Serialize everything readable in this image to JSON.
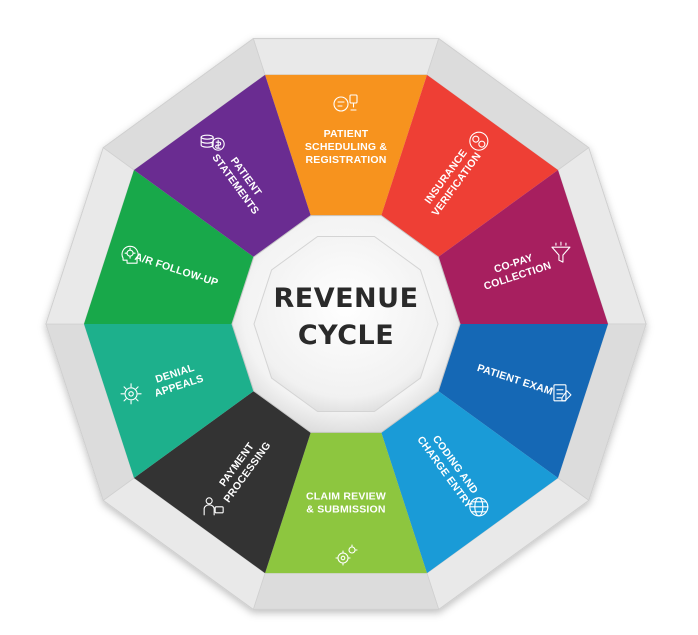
{
  "center": {
    "line1": "REVENUE",
    "line2": "CYCLE"
  },
  "segments": [
    {
      "id": "patient-scheduling",
      "lines": [
        "PATIENT",
        "SCHEDULING &",
        "REGISTRATION"
      ],
      "color": "#F7931E",
      "icon": "scheduling-icon"
    },
    {
      "id": "insurance-verification",
      "lines": [
        "INSURANCE",
        "VERIFICATION"
      ],
      "color": "#EE3F35",
      "icon": "insurance-icon"
    },
    {
      "id": "copay-collection",
      "lines": [
        "CO-PAY",
        "COLLECTION"
      ],
      "color": "#A71F5F",
      "icon": "funnel-icon"
    },
    {
      "id": "patient-exam",
      "lines": [
        "PATIENT EXAM"
      ],
      "color": "#1568B5",
      "icon": "exam-icon"
    },
    {
      "id": "coding-charge-entry",
      "lines": [
        "CODING AND",
        "CHARGE ENTRY"
      ],
      "color": "#1A9BD7",
      "icon": "globe-icon"
    },
    {
      "id": "claim-review",
      "lines": [
        "CLAIM REVIEW",
        "& SUBMISSION"
      ],
      "color": "#8DC63F",
      "icon": "gears-icon"
    },
    {
      "id": "payment-processing",
      "lines": [
        "PAYMENT",
        "PROCESSING"
      ],
      "color": "#333333",
      "icon": "payment-icon"
    },
    {
      "id": "denial-appeals",
      "lines": [
        "DENIAL",
        "APPEALS"
      ],
      "color": "#1DB08C",
      "icon": "settings-icon"
    },
    {
      "id": "ar-follow-up",
      "lines": [
        "A/R FOLLOW-UP"
      ],
      "color": "#18A84A",
      "icon": "brain-gear-icon"
    },
    {
      "id": "patient-statements",
      "lines": [
        "PATIENT",
        "STATEMENTS"
      ],
      "color": "#6A2C91",
      "icon": "coins-icon"
    }
  ]
}
